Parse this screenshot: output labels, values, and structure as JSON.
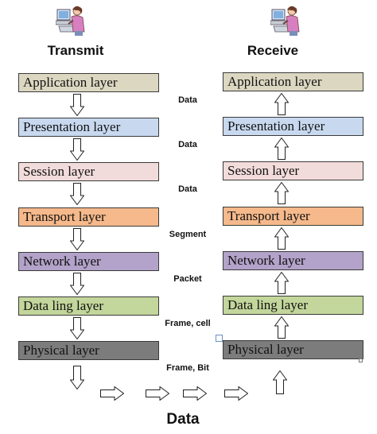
{
  "headings": {
    "transmit": "Transmit",
    "receive": "Receive"
  },
  "icons": {
    "sender": "computer-user-icon",
    "receiver": "computer-user-icon"
  },
  "layers": [
    {
      "label": "Application layer",
      "color": "#dcd7c1"
    },
    {
      "label": "Presentation layer",
      "color": "#c8d9ef"
    },
    {
      "label": "Session layer",
      "color": "#f2dcdb"
    },
    {
      "label": "Transport layer",
      "color": "#f6b98b"
    },
    {
      "label": "Network layer",
      "color": "#b3a2c9"
    },
    {
      "label": "Data ling layer",
      "color": "#c3d69b"
    },
    {
      "label": "Physical layer",
      "color": "#7c7c7c"
    }
  ],
  "data_units": [
    "Data",
    "Data",
    "Data",
    "Segment",
    "Packet",
    "Frame, cell",
    "Frame, Bit"
  ],
  "bottom_label": "Data"
}
